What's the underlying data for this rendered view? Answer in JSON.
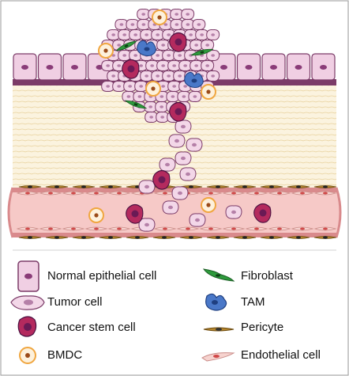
{
  "legend": {
    "left": [
      {
        "label": "Normal epithelial cell",
        "icon": "normal-epithelial-cell-icon"
      },
      {
        "label": "Tumor cell",
        "icon": "tumor-cell-icon"
      },
      {
        "label": "Cancer stem cell",
        "icon": "cancer-stem-cell-icon"
      },
      {
        "label": "BMDC",
        "icon": "bmdc-icon"
      }
    ],
    "right": [
      {
        "label": "Fibroblast",
        "icon": "fibroblast-icon"
      },
      {
        "label": "TAM",
        "icon": "tam-icon"
      },
      {
        "label": "Pericyte",
        "icon": "pericyte-icon"
      },
      {
        "label": "Endothelial cell",
        "icon": "endothelial-cell-icon"
      }
    ]
  },
  "colors": {
    "tumor_fill": "#f3d7e8",
    "tumor_nucleus": "#b580a8",
    "epithelial_fill": "#f0cfe3",
    "stem_fill": "#b42a5e",
    "stem_nucleus": "#6a1a55",
    "fibroblast": "#2e9a3c",
    "tam": "#4a78c8",
    "bmdc": "#f7c46b",
    "pericyte": "#b5862e",
    "vessel": "#e9a7a9",
    "stroma": "#f4e5c2",
    "membrane": "#6a2a55"
  }
}
